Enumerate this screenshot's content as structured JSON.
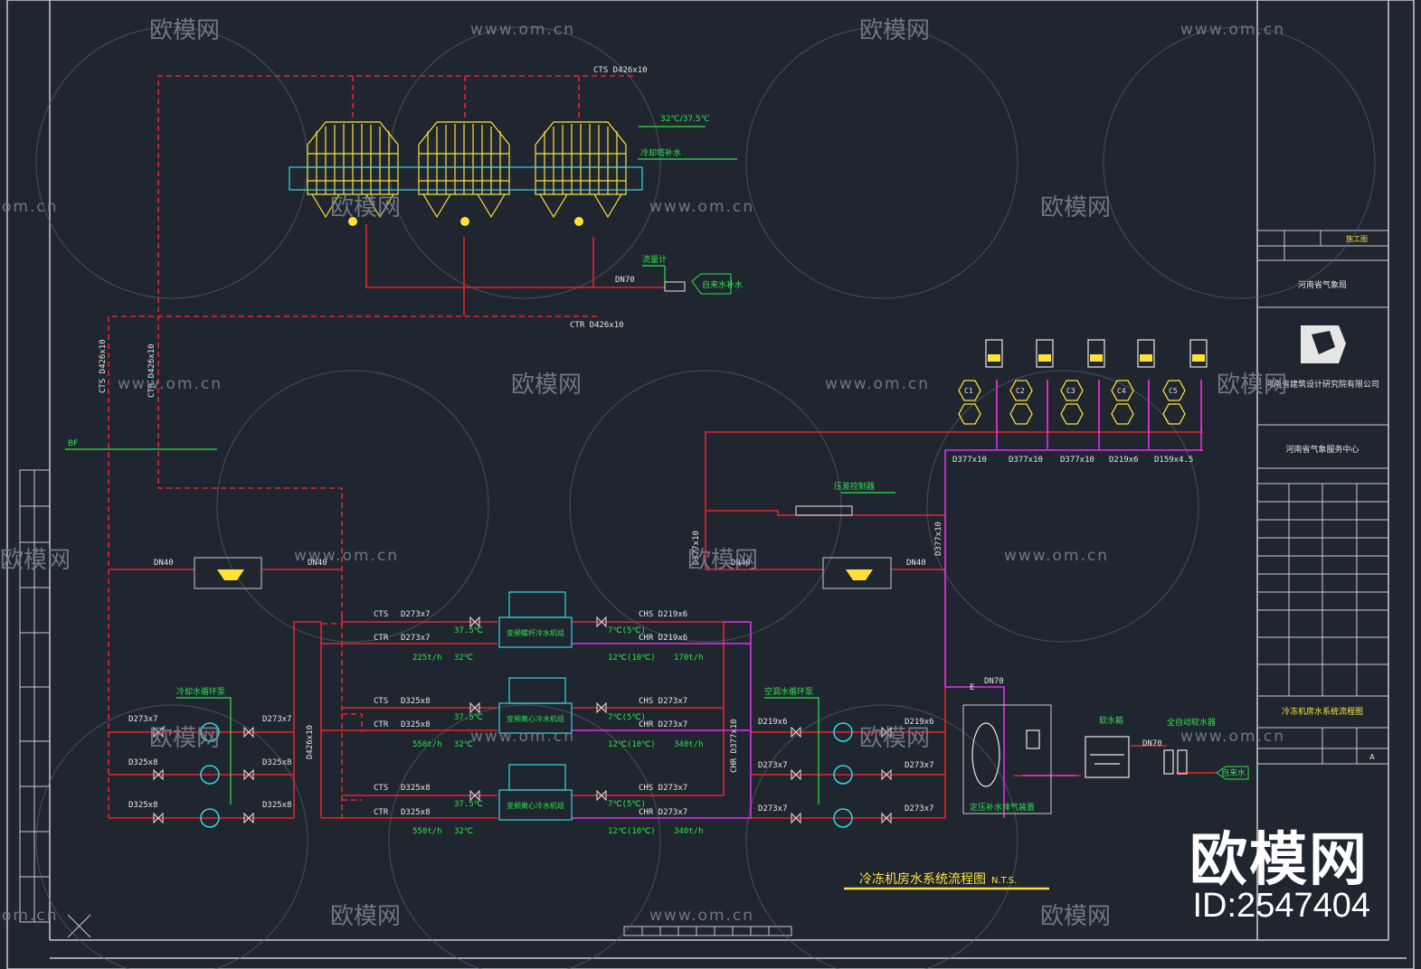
{
  "drawing": {
    "title": "冷冻机房水系统流程图",
    "scale_note": "N.T.S.",
    "watermark_brand": "欧模网",
    "watermark_url": "www.om.cn",
    "watermark_url_short": "om.cn",
    "big_watermark": "欧模网",
    "id_label": "ID:2547404"
  },
  "cooling_tower": {
    "temp_label": "32℃/37.5℃",
    "note_label": "冷却塔补水",
    "pipe_top": "CTS D426x10",
    "pipe_return": "CTR D426x10",
    "vertical_pipe_1": "CTS D426x10",
    "vertical_pipe_2": "CTR D426x10",
    "makeup_label": "DN70",
    "makeup_tag": "自来水补水",
    "meter_label": "流量计"
  },
  "chillers": [
    {
      "cts": "CTS",
      "ctr": "CTR",
      "in_pipe": "D273x7",
      "out_pipe": "D273x7",
      "chs": "CHS D219x6",
      "chr": "CHR D219x6",
      "temp_in": "37.5℃",
      "temp_cw": "32℃",
      "temp_chw": "7℃(5℃)",
      "temp_chwr": "12℃(10℃)",
      "flow_cw": "225t/h",
      "flow_chw": "170t/h",
      "name": "变频螺杆冷水机组"
    },
    {
      "cts": "CTS",
      "ctr": "CTR",
      "in_pipe": "D325x8",
      "out_pipe": "D325x8",
      "chs": "CHS D273x7",
      "chr": "CHR D273x7",
      "temp_in": "37.5℃",
      "temp_cw": "32℃",
      "temp_chw": "7℃(5℃)",
      "temp_chwr": "12℃(10℃)",
      "flow_cw": "550t/h",
      "flow_chw": "340t/h",
      "name": "变频离心冷水机组"
    },
    {
      "cts": "CTS",
      "ctr": "CTR",
      "in_pipe": "D325x8",
      "out_pipe": "D325x8",
      "chs": "CHS D273x7",
      "chr": "CHR D273x7",
      "temp_in": "37.5℃",
      "temp_cw": "32℃",
      "temp_chw": "7℃(5℃)",
      "temp_chwr": "12℃(10℃)",
      "flow_cw": "550t/h",
      "flow_chw": "340t/h",
      "name": "变频离心冷水机组"
    }
  ],
  "cw_pumps": {
    "label": "冷却水循环泵",
    "pipes_in": [
      "D273x7",
      "D325x8",
      "D325x8"
    ],
    "pipes_out": [
      "D273x7",
      "D325x8",
      "D325x8"
    ],
    "header": "D426x10"
  },
  "chw_pumps": {
    "label": "空调水循环泵",
    "pipes_in": [
      "D219x6",
      "D273x7",
      "D273x7"
    ],
    "pipes_out": [
      "D219x6",
      "D273x7",
      "D273x7"
    ],
    "header": "CHR D377x10"
  },
  "bypass": {
    "label_left": "DN40",
    "label_left2": "DN40",
    "label_right": "DN40",
    "label_right2": "DN40",
    "pressure_label": "压差控制器",
    "bf_label": "BF",
    "riser_1": "D377x10",
    "riser_2": "D377x10"
  },
  "distributor": {
    "outlets": [
      "D377x10",
      "D377x10",
      "D377x10",
      "D219x6",
      "D159x4.5"
    ],
    "zones": [
      "C1",
      "C2",
      "C3",
      "C4",
      "C5"
    ]
  },
  "water_treatment": {
    "makeup": "DN70",
    "equip_label": "定压补水排气装置",
    "tank_label": "软水箱",
    "softener_label": "全自动软水器",
    "tap_label": "自来水",
    "dn_label": "DN70",
    "e_label": "E"
  },
  "title_block": {
    "design_inst": "河南省建筑设计研究院有限公司",
    "client": "河南省气象局",
    "project": "河南省气象服务中心",
    "drawing_name": "冷冻机房水系统流程图",
    "stage": "施工图",
    "rev": "A"
  },
  "colors": {
    "background": "#1f2630",
    "red": "#e8232a",
    "magenta": "#e031e6",
    "green": "#2de34a",
    "yellow": "#ffe13a",
    "cyan": "#36d6e0",
    "white": "#e6e6e6",
    "frame": "#c9ccd2"
  }
}
